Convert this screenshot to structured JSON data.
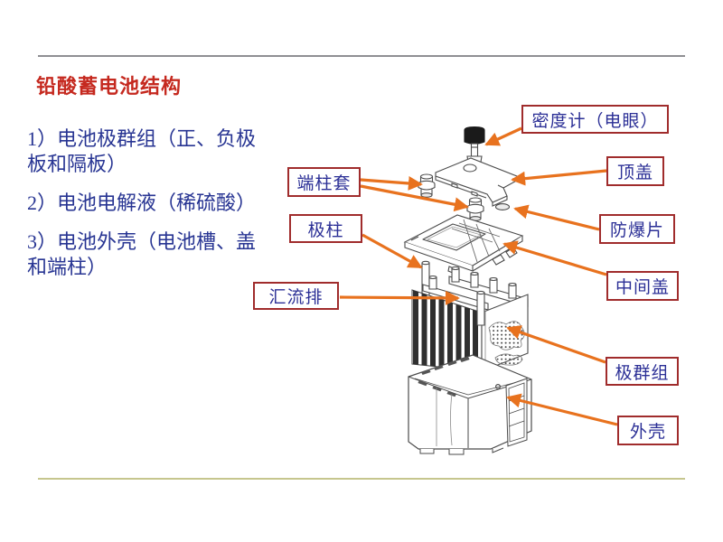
{
  "slide": {
    "title": "铅酸蓄电池结构",
    "bullets": [
      "1）电池极群组（正、负极\n板和隔板）",
      "2）电池电解液（稀硫酸）",
      "3）电池外壳（电池槽、盖\n和端柱）"
    ],
    "callouts": {
      "density_meter": "密度计（电眼）",
      "terminal_sleeve": "端柱套",
      "top_cover": "顶盖",
      "pole_post": "极柱",
      "vent_disc": "防爆片",
      "busbar": "汇流排",
      "middle_cover": "中间盖",
      "plate_group": "极群组",
      "case_shell": "外壳"
    },
    "colors": {
      "title_red": "#C5291F",
      "body_navy": "#283593",
      "callout_border": "#A02C2C",
      "callout_text": "#2B2F96",
      "arrow_orange": "#E8721E",
      "divider_top": "#8F8F93",
      "divider_bottom": "#C6C68E"
    }
  }
}
